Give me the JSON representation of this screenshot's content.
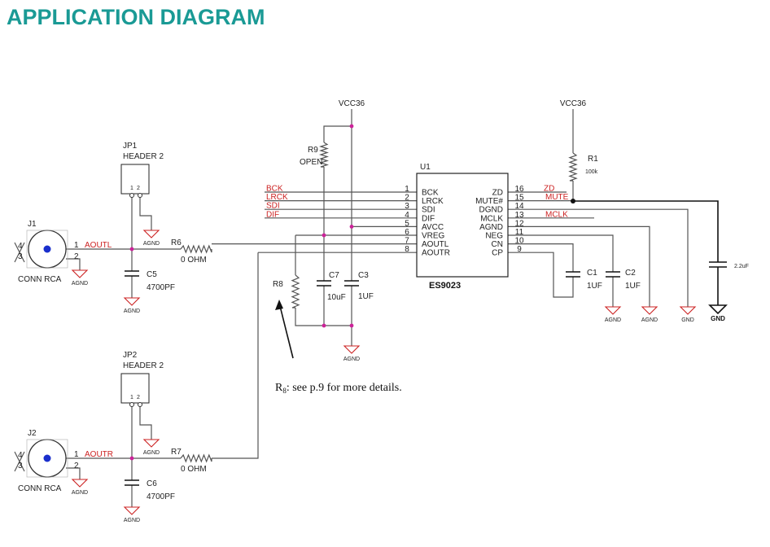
{
  "title": "APPLICATION DIAGRAM",
  "colors": {
    "title": "#1a9a95",
    "wire": "#555555",
    "signal_red": "#cc2222",
    "junction": "#cc2299",
    "ground_red": "#cc2222",
    "jack_blue": "#1a2fcc"
  },
  "power_labels": {
    "vcc_left": "VCC36",
    "vcc_right": "VCC36"
  },
  "chip": {
    "ref": "U1",
    "name": "ES9023",
    "left_pins": [
      {
        "num": "1",
        "name": "BCK",
        "net": "BCK"
      },
      {
        "num": "2",
        "name": "LRCK",
        "net": "LRCK"
      },
      {
        "num": "3",
        "name": "SDI",
        "net": "SDI"
      },
      {
        "num": "4",
        "name": "DIF",
        "net": "DIF"
      },
      {
        "num": "5",
        "name": "AVCC",
        "net": ""
      },
      {
        "num": "6",
        "name": "VREG",
        "net": ""
      },
      {
        "num": "7",
        "name": "AOUTL",
        "net": ""
      },
      {
        "num": "8",
        "name": "AOUTR",
        "net": ""
      }
    ],
    "right_pins": [
      {
        "num": "16",
        "name": "ZD",
        "net": "ZD"
      },
      {
        "num": "15",
        "name": "MUTE#",
        "net": "MUTE"
      },
      {
        "num": "14",
        "name": "DGND",
        "net": ""
      },
      {
        "num": "13",
        "name": "MCLK",
        "net": "MCLK"
      },
      {
        "num": "12",
        "name": "AGND",
        "net": ""
      },
      {
        "num": "11",
        "name": "NEG",
        "net": ""
      },
      {
        "num": "10",
        "name": "CN",
        "net": ""
      },
      {
        "num": "9",
        "name": "CP",
        "net": ""
      }
    ]
  },
  "components": {
    "r9": {
      "ref": "R9",
      "value": "OPEN"
    },
    "r1": {
      "ref": "R1",
      "value": "100k"
    },
    "r6": {
      "ref": "R6",
      "value": "0 OHM"
    },
    "r7": {
      "ref": "R7",
      "value": "0 OHM"
    },
    "r8": {
      "ref": "R8"
    },
    "c7": {
      "ref": "C7",
      "value": "10uF"
    },
    "c3": {
      "ref": "C3",
      "value": "1UF"
    },
    "c1": {
      "ref": "C1",
      "value": "1UF"
    },
    "c2": {
      "ref": "C2",
      "value": "1UF"
    },
    "c5": {
      "ref": "C5",
      "value": "4700PF"
    },
    "c6": {
      "ref": "C6",
      "value": "4700PF"
    },
    "cmute": {
      "value": "2.2uF"
    },
    "jp1": {
      "ref": "JP1",
      "value": "HEADER 2",
      "pin1": "1",
      "pin2": "2"
    },
    "jp2": {
      "ref": "JP2",
      "value": "HEADER 2",
      "pin1": "1",
      "pin2": "2"
    },
    "j1": {
      "ref": "J1",
      "value": "CONN RCA",
      "net": "AOUTL",
      "pins": [
        "1",
        "2",
        "3",
        "4"
      ]
    },
    "j2": {
      "ref": "J2",
      "value": "CONN RCA",
      "net": "AOUTR",
      "pins": [
        "1",
        "2",
        "3",
        "4"
      ]
    }
  },
  "grounds": {
    "agnd": "AGND",
    "gnd": "GND",
    "gnd_bold": "GND"
  },
  "annotation": {
    "ref_main": "R",
    "ref_sub": "8",
    "text": ": see p.9 for more details."
  }
}
